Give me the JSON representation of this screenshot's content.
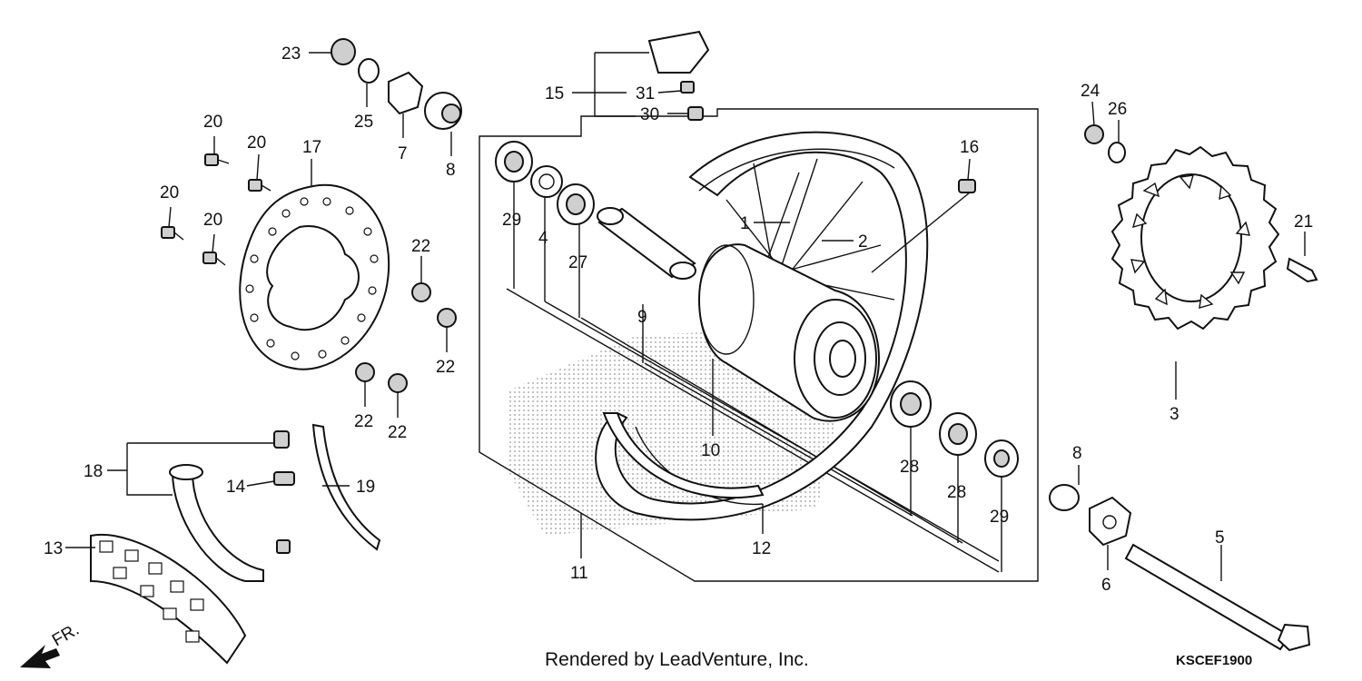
{
  "callouts": {
    "c1": "1",
    "c2": "2",
    "c3": "3",
    "c4": "4",
    "c5": "5",
    "c6": "6",
    "c7": "7",
    "c8a": "8",
    "c8b": "8",
    "c9": "9",
    "c10": "10",
    "c11": "11",
    "c12": "12",
    "c13": "13",
    "c14": "14",
    "c15": "15",
    "c16": "16",
    "c17": "17",
    "c18": "18",
    "c19": "19",
    "c20a": "20",
    "c20b": "20",
    "c20c": "20",
    "c20d": "20",
    "c21": "21",
    "c22a": "22",
    "c22b": "22",
    "c22c": "22",
    "c22d": "22",
    "c23": "23",
    "c24": "24",
    "c25": "25",
    "c26": "26",
    "c27": "27",
    "c28a": "28",
    "c28b": "28",
    "c29a": "29",
    "c29b": "29",
    "c30": "30",
    "c31": "31"
  },
  "front_label": "FR.",
  "footer": "Rendered by LeadVenture, Inc.",
  "diagram_code": "KSCEF1900"
}
